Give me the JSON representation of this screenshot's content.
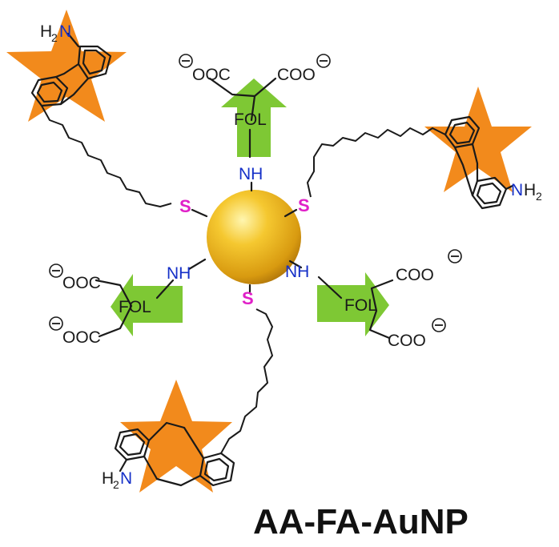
{
  "title": "AA-FA-AuNP",
  "labels": {
    "amine_h": "H",
    "amine_sub": "2",
    "amine_n": "N",
    "nh": "NH",
    "s": "S",
    "fol": "FOL",
    "ooc": "OOC",
    "coo": "COO"
  },
  "colors": {
    "star": "#f28a1c",
    "arrow": "#7ec834",
    "gold": "#e8b020",
    "nitrogen": "#1530c8",
    "sulfur": "#e020c8"
  }
}
